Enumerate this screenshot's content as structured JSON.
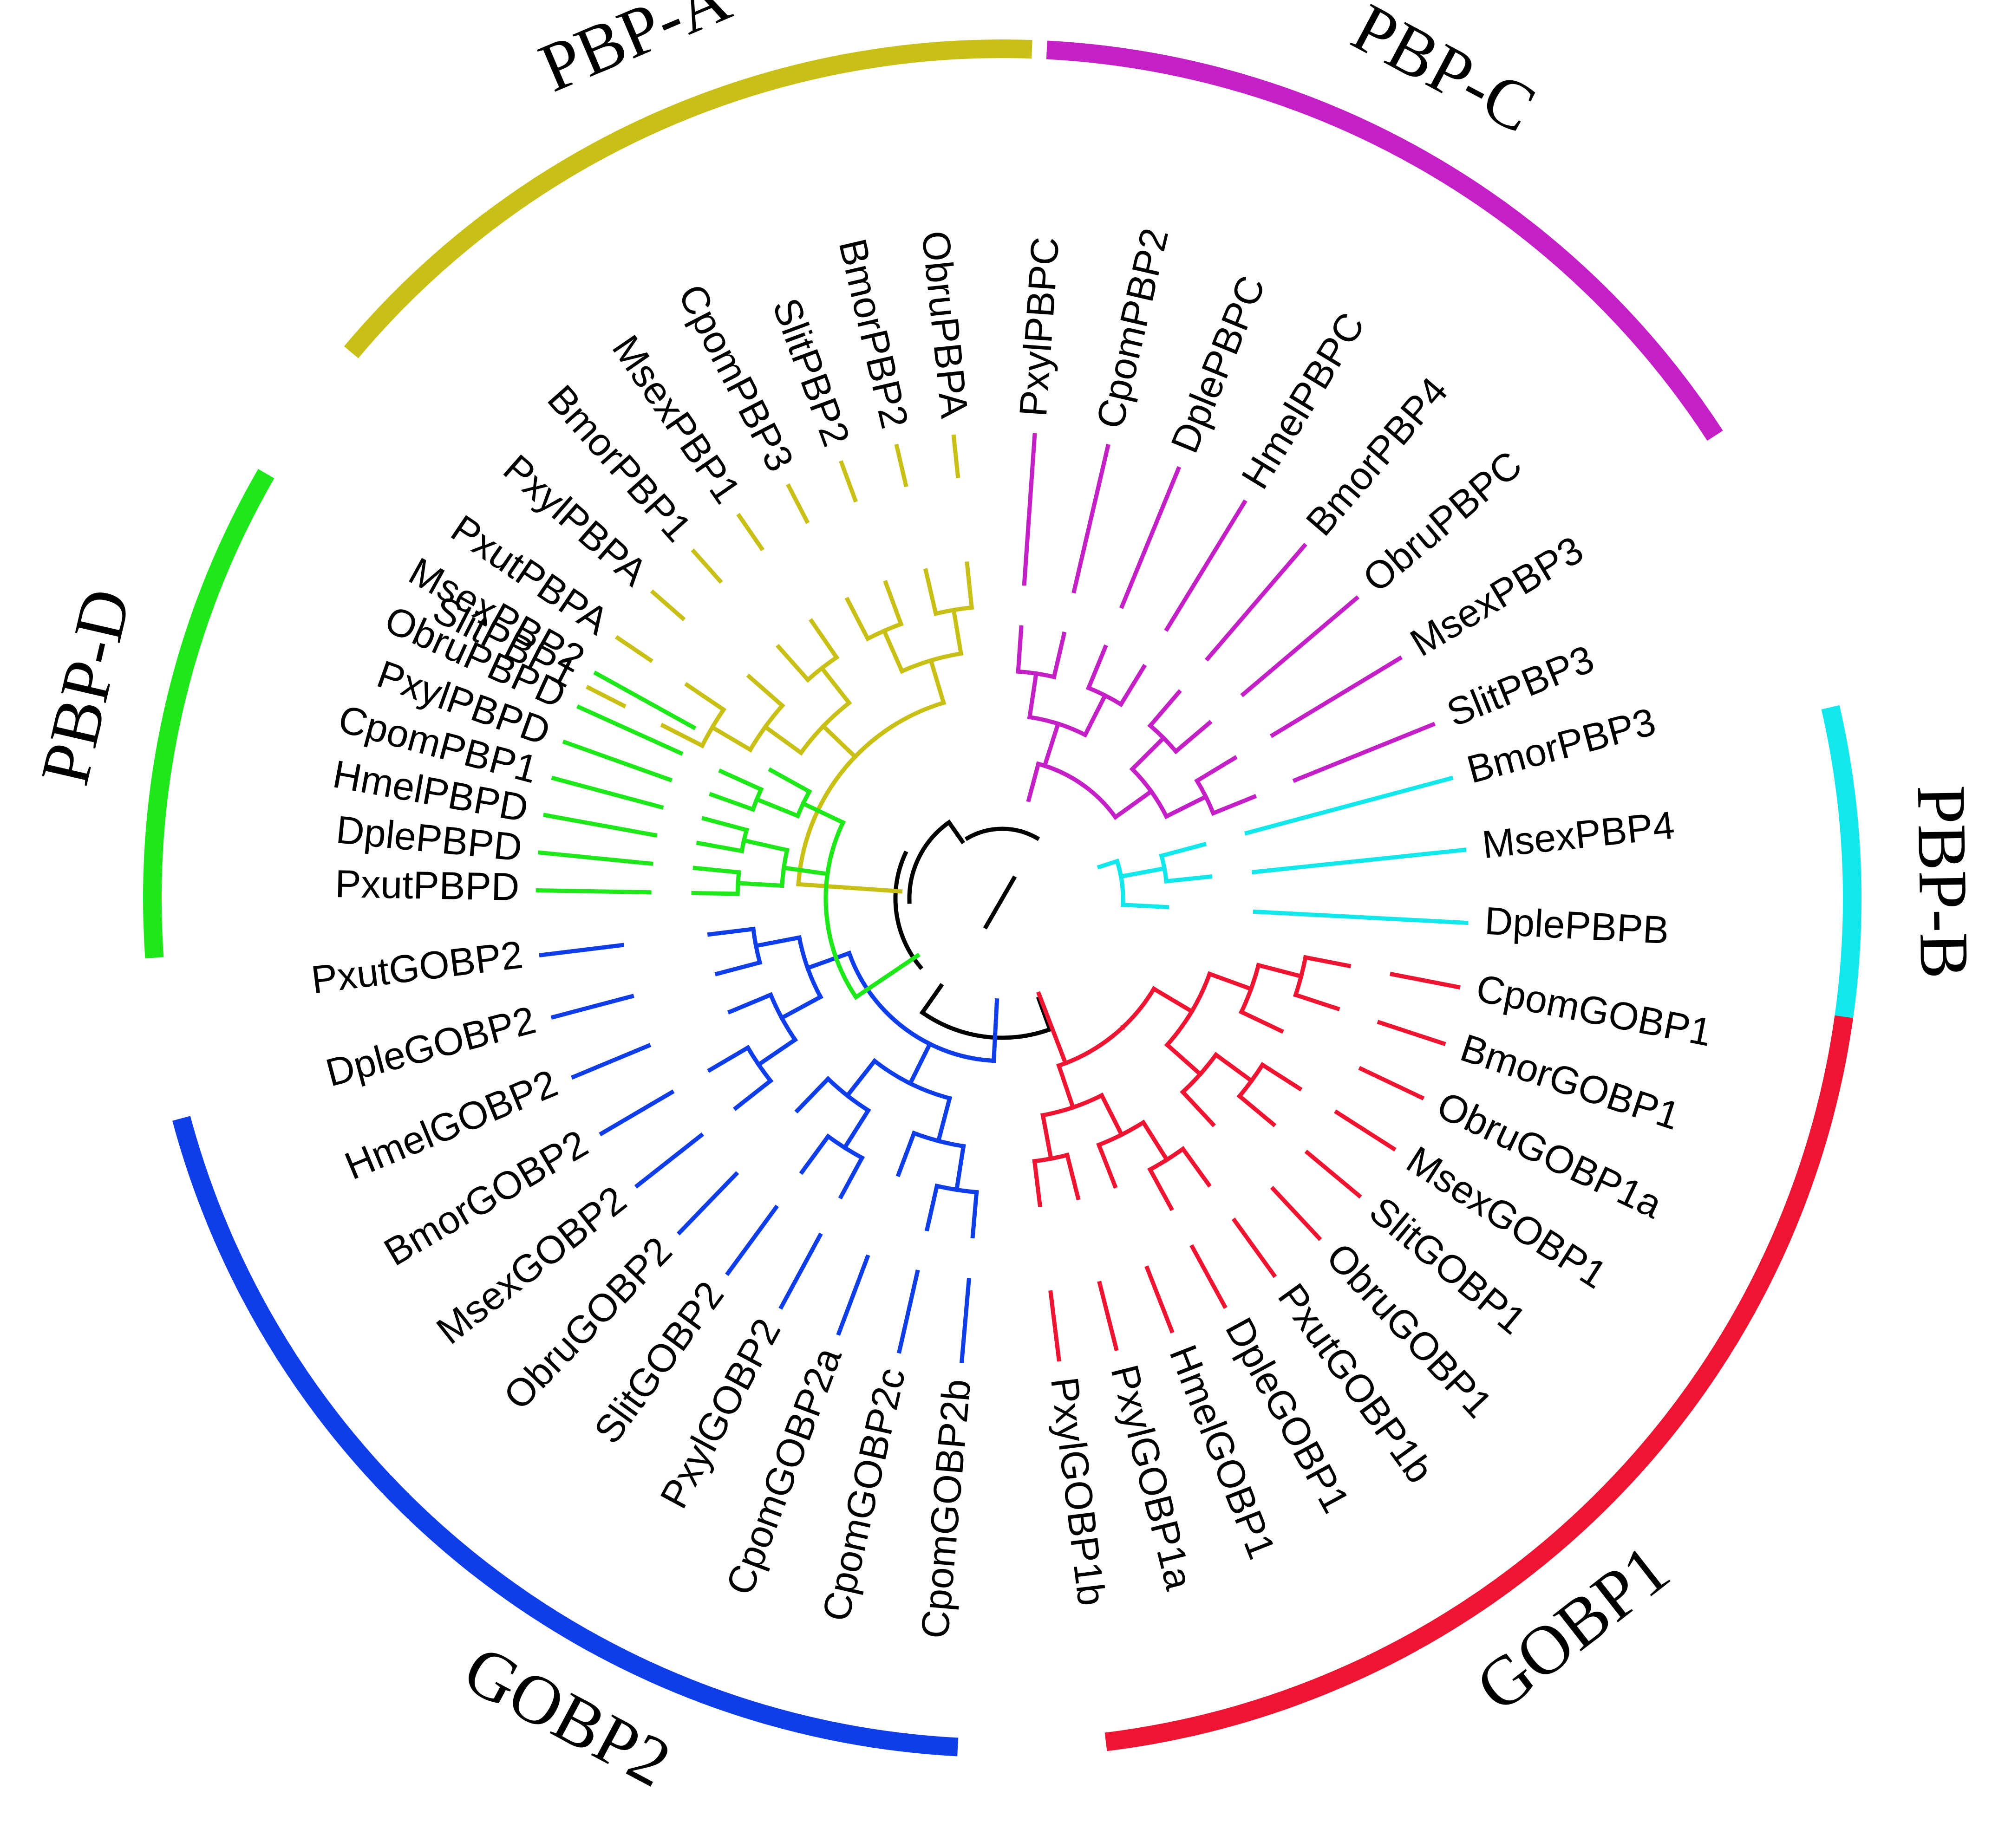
{
  "colors": {
    "backbone": "#000000",
    "PBP-A": "#c8c017",
    "PBP-B": "#12e8ec",
    "PBP-C": "#c320c6",
    "PBP-D": "#1ee81a",
    "GOBP1": "#ee1533",
    "GOBP2": "#0f3ee8"
  },
  "clades": [
    {
      "id": "PBP-A",
      "label": "PBP-A",
      "taxa": [
        "SlitPBP1",
        "PxutPBPA",
        "PxylPBPA",
        "BmorPBP1",
        "MsexPBP1",
        "CpomPBP3",
        "SlitPBP2",
        "BmorPBP2",
        "ObruPBPA"
      ]
    },
    {
      "id": "PBP-C",
      "label": "PBP-C",
      "taxa": [
        "PxylPBPC",
        "CpomPBP2",
        "DplePBPC",
        "HmelPBPC",
        "BmorPBP4",
        "ObruPBPC",
        "MsexPBP3",
        "SlitPBP3"
      ]
    },
    {
      "id": "PBP-B",
      "label": "PBP-B",
      "taxa": [
        "BmorPBP3",
        "MsexPBP4",
        "DplePBPB"
      ]
    },
    {
      "id": "GOBP1",
      "label": "GOBP1",
      "taxa": [
        "CpomGOBP1",
        "BmorGOBP1",
        "ObruGOBP1a",
        "MsexGOBP1",
        "SlitGOBP1",
        "ObruGOBP1",
        "PxutGOBP1b",
        "DpleGOBP1",
        "HmelGOBP1",
        "PxylGOBP1a",
        "PxylGOBP1b"
      ]
    },
    {
      "id": "GOBP2",
      "label": "GOBP2",
      "taxa": [
        "CpomGOBP2b",
        "CpomGOBP2c",
        "CpomGOBP2a",
        "PxylGOBP2",
        "SlitGOBP2",
        "ObruGOBP2",
        "MsexGOBP2",
        "BmorGOBP2",
        "HmelGOBP2",
        "DpleGOBP2",
        "PxutGOBP2"
      ]
    },
    {
      "id": "PBP-D",
      "label": "PBP-D",
      "taxa": [
        "PxutPBPD",
        "DplePBPD",
        "HmelPBPD",
        "CpomPBP1",
        "PxylPBPD",
        "ObruPBPD",
        "MsexPBP2"
      ]
    }
  ]
}
